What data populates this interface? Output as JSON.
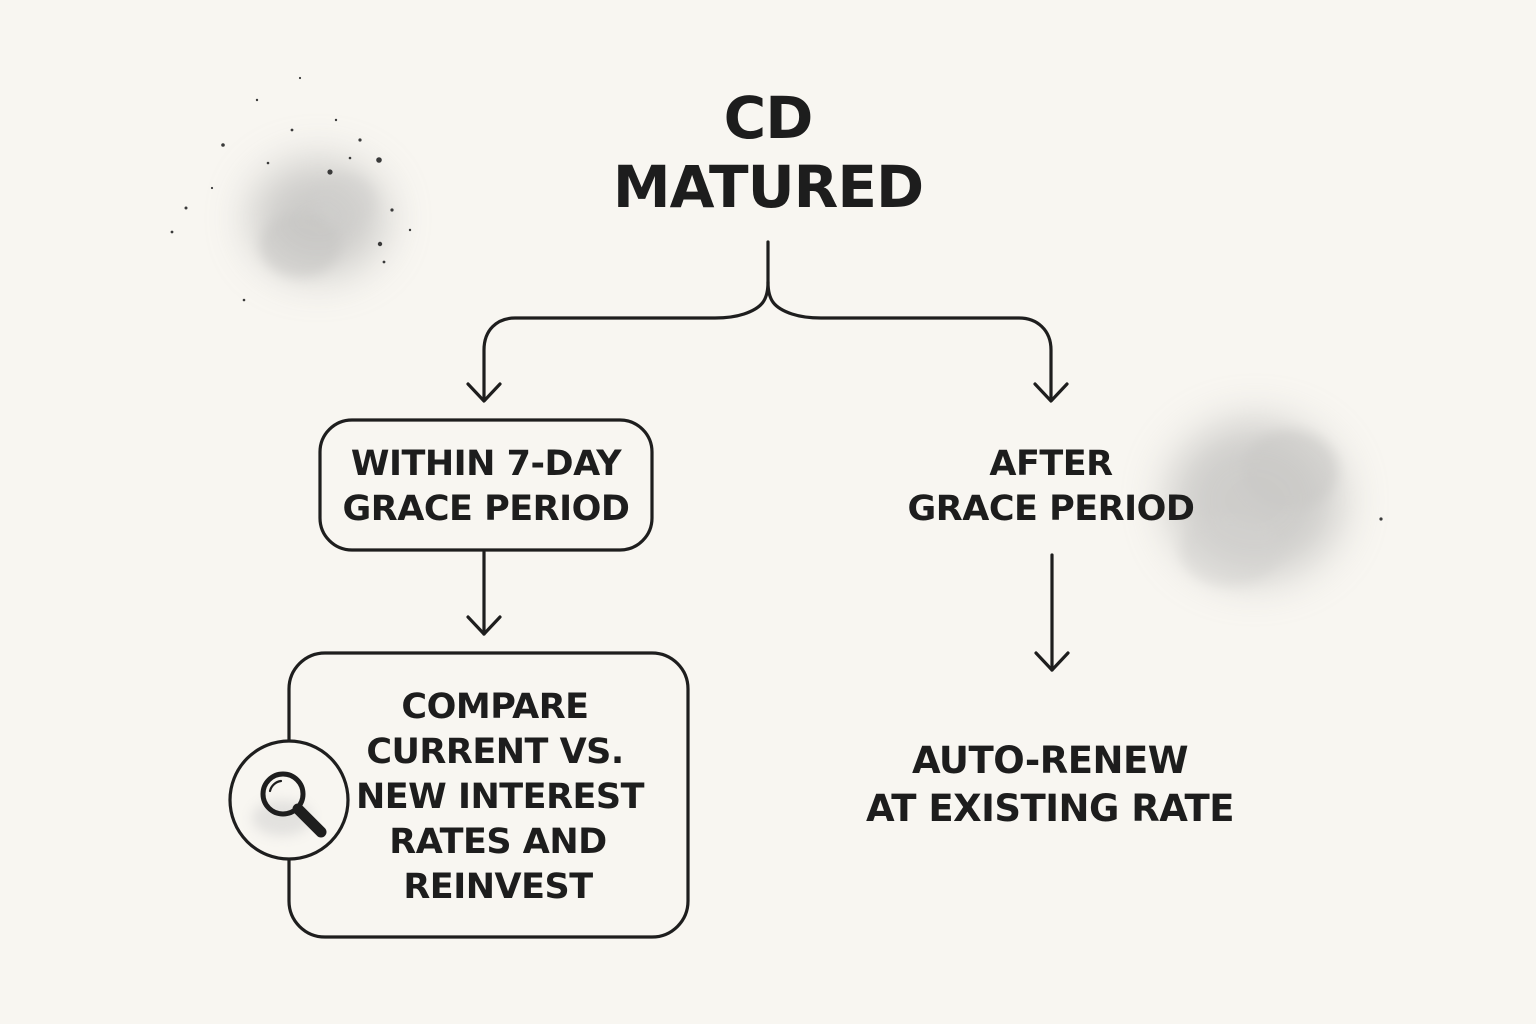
{
  "diagram": {
    "title": {
      "lines": [
        "CD",
        "MATURED"
      ]
    },
    "left_branch": {
      "condition": {
        "lines": [
          "WITHIN 7-DAY",
          "GRACE PERIOD"
        ]
      },
      "action": {
        "icon": "magnifying-glass-icon",
        "lines": [
          "COMPARE",
          "CURRENT  VS.",
          "NEW INTEREST",
          "RATES AND",
          "REINVEST"
        ]
      }
    },
    "right_branch": {
      "condition": {
        "lines": [
          "AFTER",
          "GRACE PERIOD"
        ]
      },
      "action": {
        "lines": [
          "AUTO-RENEW",
          "AT EXISTING RATE"
        ]
      }
    }
  },
  "colors": {
    "background": "#f8f6f1",
    "ink": "#1e1e1e",
    "smudge": "#9a9a9a"
  }
}
